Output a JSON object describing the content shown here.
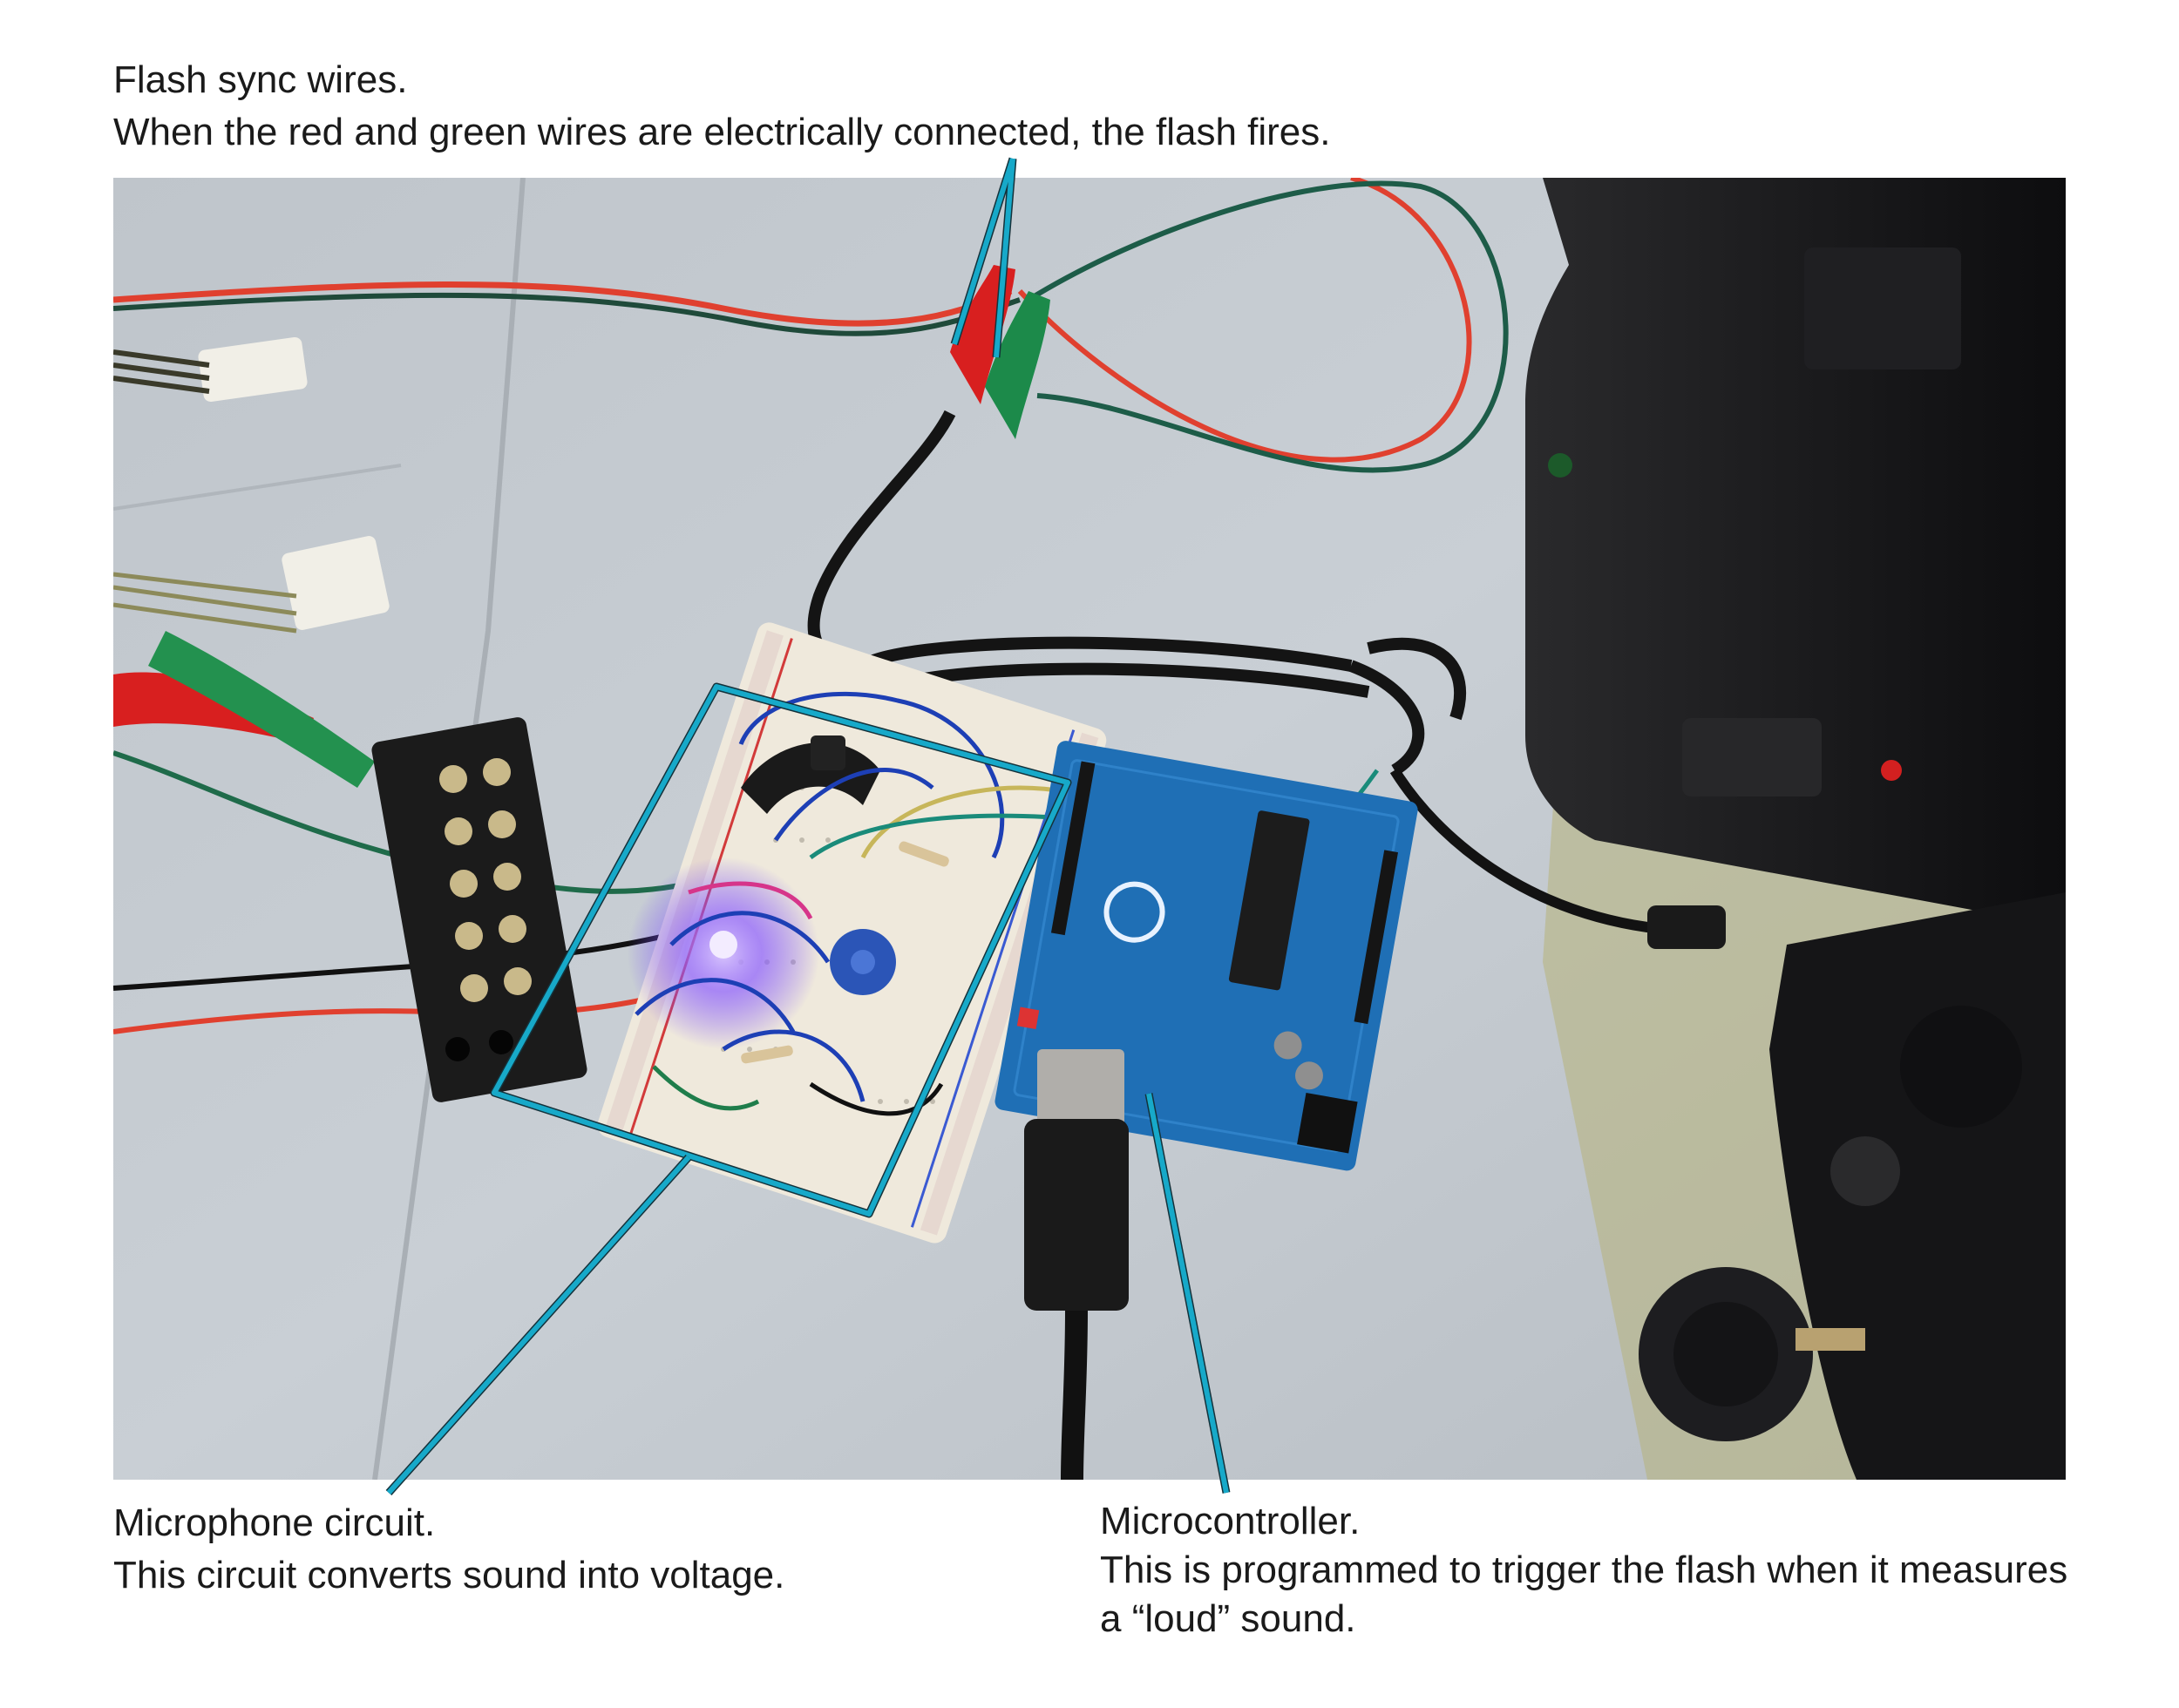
{
  "captions": {
    "flash": {
      "title": "Flash sync wires.",
      "body": "When the red and green wires are electrically connected, the flash fires."
    },
    "microphone": {
      "title": "Microphone circuit.",
      "body": "This circuit converts sound into voltage."
    },
    "microcontroller": {
      "title": "Microcontroller.",
      "body_line1": "This is programmed to trigger the flash when it measures",
      "body_line2": "a “loud” sound."
    }
  },
  "colors": {
    "annotation": "#17a9c9",
    "table": "#c7cdd3",
    "arduino": "#1f6fb5",
    "breadboard": "#efe9dc"
  }
}
